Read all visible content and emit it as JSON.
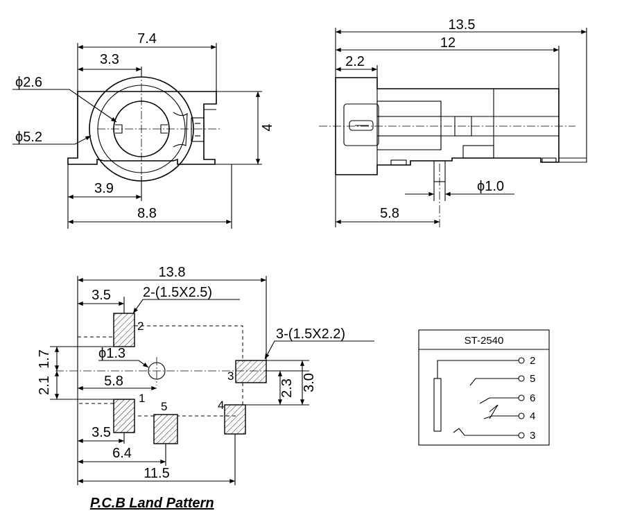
{
  "front_view": {
    "dim_width_top": "7.4",
    "dim_center_offset": "3.3",
    "dim_inner_dia": "ϕ2.6",
    "dim_outer_dia": "ϕ5.2",
    "dim_height": "4",
    "dim_center_offset_bottom": "3.9",
    "dim_width_bottom": "8.8"
  },
  "side_view": {
    "dim_total_length": "13.5",
    "dim_body_length": "12",
    "dim_flange": "2.2",
    "dim_peg_dia": "ϕ1.0",
    "dim_peg_offset": "5.8"
  },
  "pcb": {
    "dim_total": "13.8",
    "dim_pad_offset": "3.5",
    "pad_note_2": "2-(1.5X2.5)",
    "pad_note_3": "3-(1.5X2.2)",
    "dim_hole_dia": "ϕ1.3",
    "dim_1_7": "1.7",
    "dim_2_1": "2.1",
    "dim_5_8": "5.8",
    "dim_2_3": "2.3",
    "dim_3_0": "3.0",
    "dim_3_5_bottom": "3.5",
    "dim_6_4": "6.4",
    "dim_11_5": "11.5",
    "pin_labels": [
      "2",
      "1",
      "5",
      "3",
      "4"
    ],
    "caption": "P.C.B Land Pattern"
  },
  "schematic": {
    "part_number": "ST-2540",
    "pins": [
      "2",
      "5",
      "6",
      "4",
      "3"
    ]
  }
}
